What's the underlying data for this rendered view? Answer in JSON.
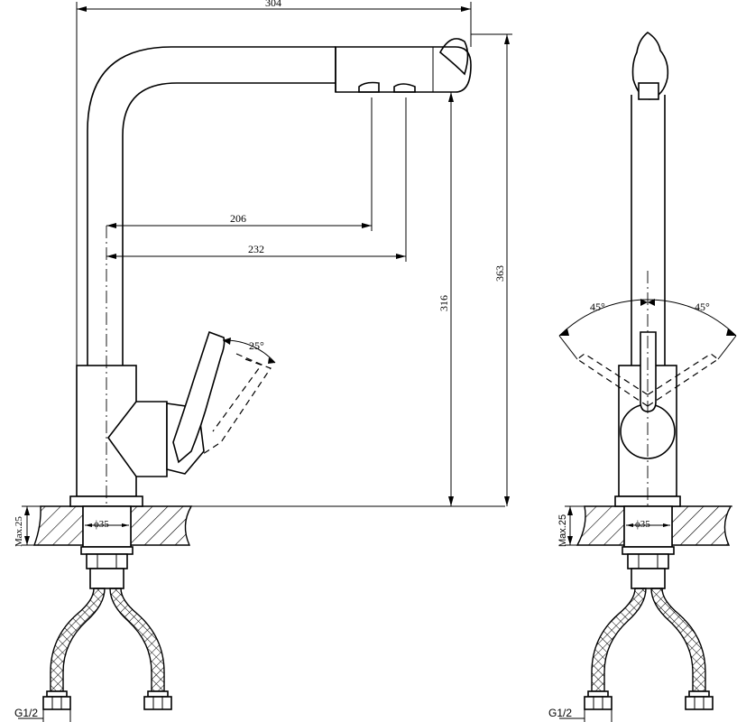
{
  "dimensions": {
    "overall_width": "304",
    "overall_height": "363",
    "spout_height": "316",
    "spout_reach_1": "206",
    "spout_reach_2": "232",
    "lever_angle": "25°",
    "side_left_angle": "45°",
    "side_right_angle": "45°",
    "diameter_front": "ϕ35",
    "diameter_side": "ϕ35",
    "max_thickness_front": "Max.25",
    "max_thickness_side": "Max.25",
    "thread_front": "G1/2",
    "thread_side": "G1/2"
  }
}
